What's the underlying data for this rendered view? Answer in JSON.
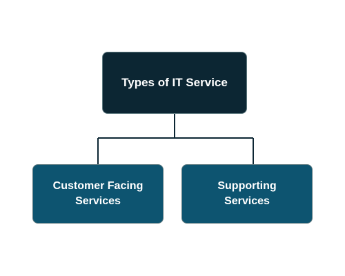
{
  "diagram": {
    "root": {
      "label": "Types of IT Service"
    },
    "children": [
      {
        "label": "Customer Facing\nServices"
      },
      {
        "label": "Supporting\nServices"
      }
    ]
  },
  "colors": {
    "root_fill": "#0c2633",
    "child_fill": "#0d5470",
    "connector": "#0c2633",
    "text": "#ffffff"
  }
}
